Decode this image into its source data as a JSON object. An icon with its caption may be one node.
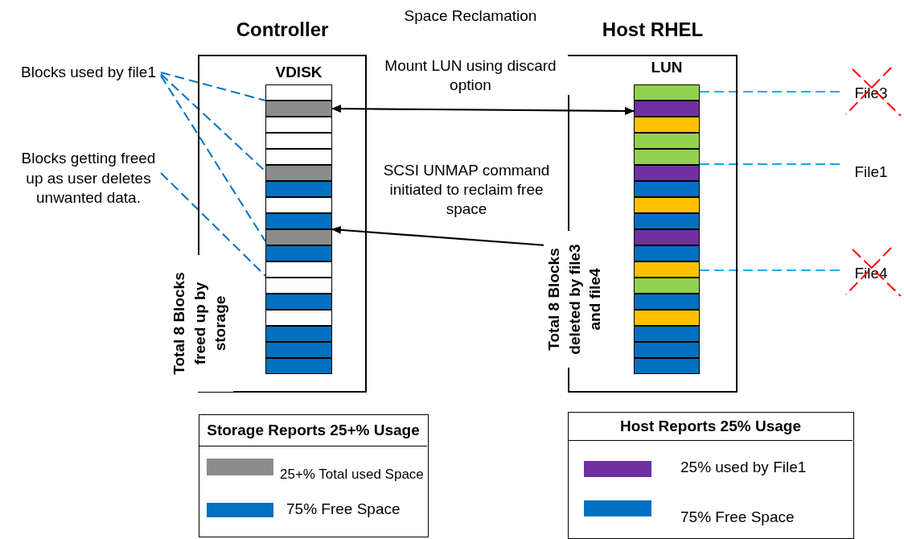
{
  "diagram": {
    "title": "Space Reclamation",
    "nodes": [
      {
        "text": [
          "Controller"
        ]
      },
      {
        "text": [
          "VDISK"
        ],
        "in": 0
      },
      {
        "text": [
          "Host RHEL"
        ]
      },
      {
        "text": [
          "LUN"
        ],
        "in": 2
      },
      {
        "text": [
          "Blocks used by file1"
        ]
      },
      {
        "text": [
          "Blocks getting freed up as user deletes unwanted data."
        ]
      },
      {
        "text": [
          "File3"
        ]
      },
      {
        "text": [
          "File1"
        ]
      },
      {
        "text": [
          "File4"
        ]
      },
      {
        "text": [
          "Storage Reports 25+% Usage"
        ]
      },
      {
        "text": [
          "Host Reports 25% Usage"
        ]
      }
    ],
    "edges": [
      {
        "from": 1,
        "to": 3,
        "arrow": "both",
        "label": "Mount LUN using discard option",
        "color": "#000000"
      },
      {
        "from": 2,
        "to": 1,
        "arrow": "to",
        "label": "SCSI UNMAP command initiated to reclaim free space",
        "color": "#000000"
      },
      {
        "from": 4,
        "to": 1,
        "arrow": "none",
        "style": "dashed",
        "color": "#0070c0"
      },
      {
        "from": 4,
        "to": 1,
        "arrow": "none",
        "style": "dashed",
        "color": "#0070c0"
      },
      {
        "from": 4,
        "to": 1,
        "arrow": "none",
        "style": "dashed",
        "color": "#0070c0"
      },
      {
        "from": 5,
        "to": 1,
        "arrow": "none",
        "style": "dashed",
        "color": "#0070c0"
      },
      {
        "from": 3,
        "to": 6,
        "arrow": "none",
        "style": "dashed",
        "color": "#00b0f0"
      },
      {
        "from": 3,
        "to": 7,
        "arrow": "none",
        "style": "dashed",
        "color": "#00b0f0"
      },
      {
        "from": 3,
        "to": 8,
        "arrow": "none",
        "style": "dashed",
        "color": "#00b0f0"
      }
    ],
    "labels": [
      "Total 8 Blocks freed up by storage",
      "Total 8 Blocks deleted by file3 and file4"
    ],
    "legend": [
      {
        "text": "25+% Total used Space",
        "color": "#8c8c8c"
      },
      {
        "text": "75% Free Space",
        "color": "#0070c0"
      },
      {
        "text": "25% used by File1",
        "color": "#7030a0"
      },
      {
        "text": "75% Free Space",
        "color": "#0070c0"
      }
    ]
  }
}
